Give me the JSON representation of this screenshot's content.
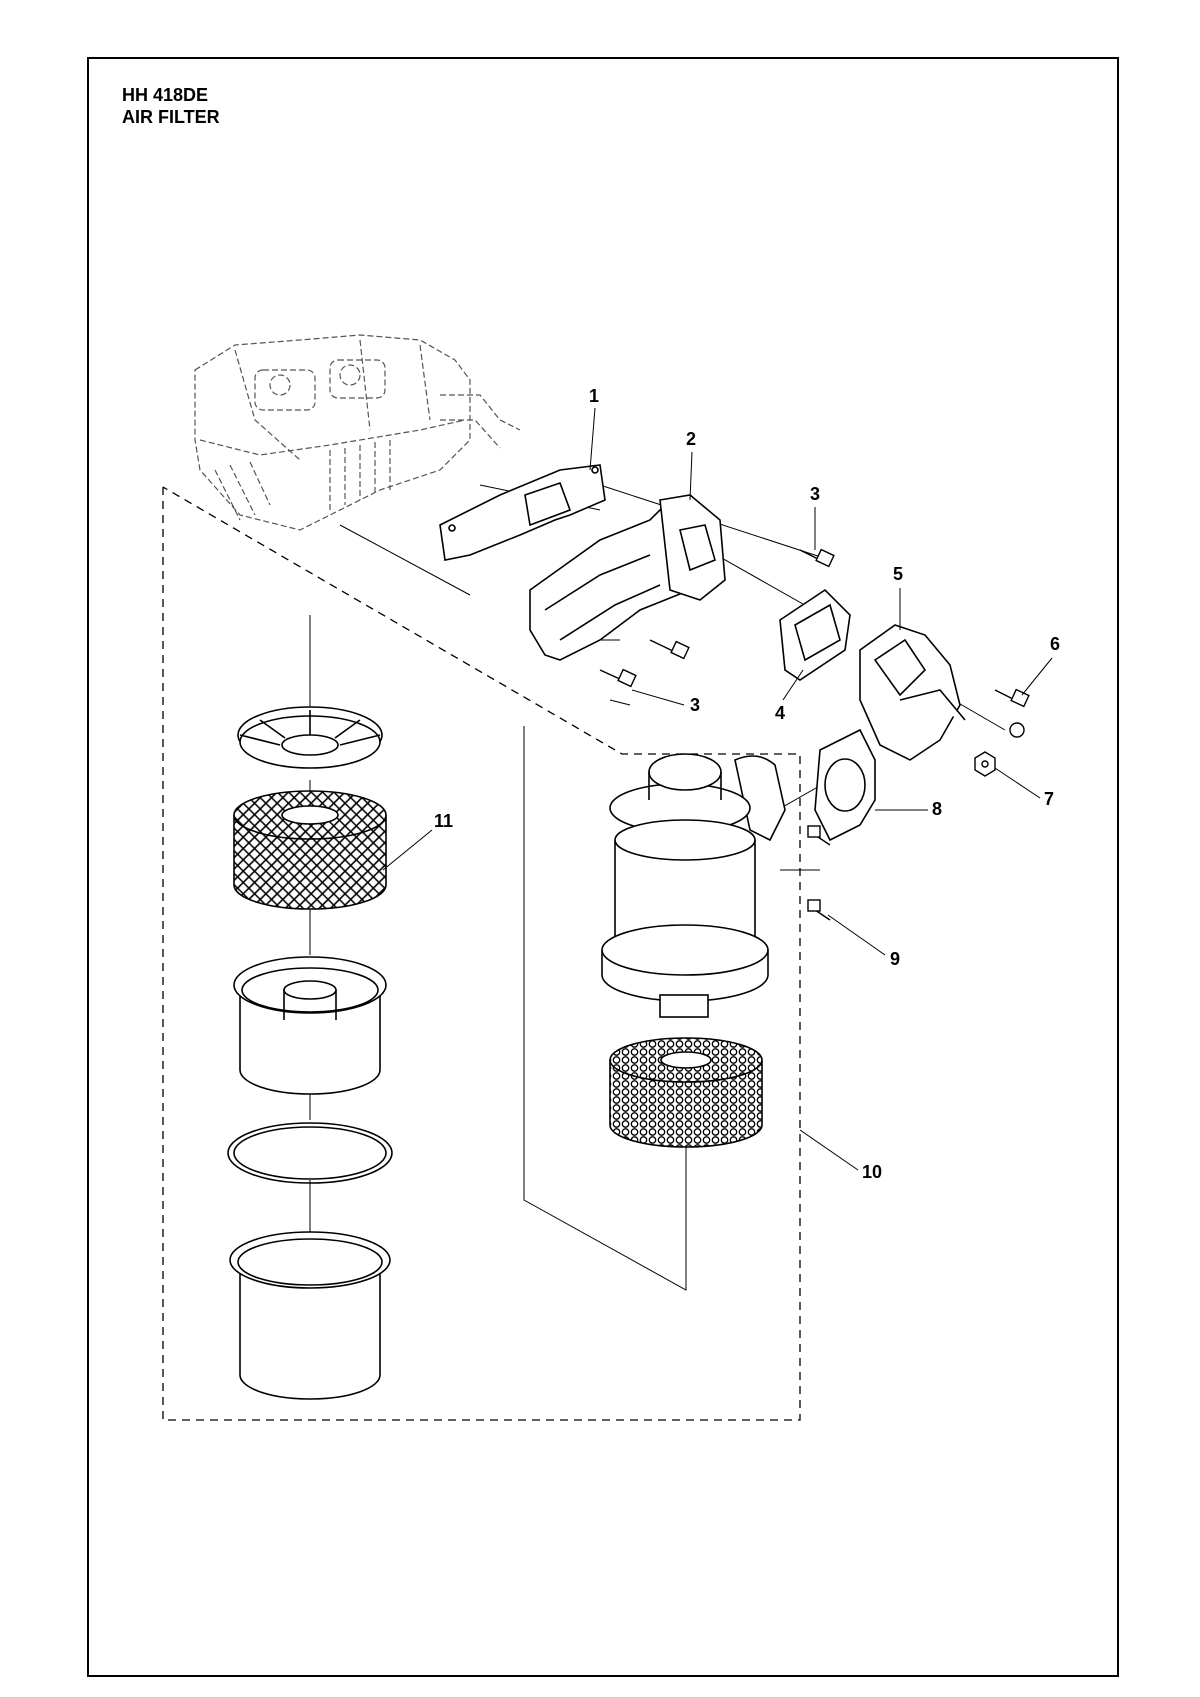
{
  "title": {
    "model": "HH 418DE",
    "section": "AIR FILTER"
  },
  "callouts": [
    {
      "id": "1",
      "label": "1"
    },
    {
      "id": "2",
      "label": "2"
    },
    {
      "id": "3a",
      "label": "3"
    },
    {
      "id": "3b",
      "label": "3"
    },
    {
      "id": "4",
      "label": "4"
    },
    {
      "id": "5",
      "label": "5"
    },
    {
      "id": "6",
      "label": "6"
    },
    {
      "id": "7",
      "label": "7"
    },
    {
      "id": "8",
      "label": "8"
    },
    {
      "id": "9",
      "label": "9"
    },
    {
      "id": "10",
      "label": "10"
    },
    {
      "id": "11",
      "label": "11"
    }
  ]
}
